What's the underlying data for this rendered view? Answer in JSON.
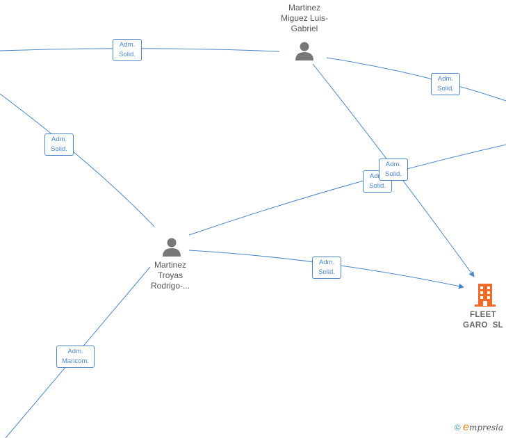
{
  "people": {
    "miguez": {
      "name_line1": "Martinez",
      "name_line2": "Miguez Luis-",
      "name_line3": "Gabriel"
    },
    "troyas": {
      "name_line1": "Martinez",
      "name_line2": "Troyas",
      "name_line3": "Rodrigo-..."
    }
  },
  "company": {
    "name_line1": "FLEET",
    "name_line2": "GARO  SL"
  },
  "badges": {
    "top_left": {
      "line1": "Adm.",
      "line2": "Solid."
    },
    "top_right": {
      "line1": "Adm.",
      "line2": "Solid."
    },
    "left": {
      "line1": "Adm.",
      "line2": "Solid."
    },
    "mid_back": {
      "line1": "Adm.",
      "line2": "Solid."
    },
    "mid_front": {
      "line1": "Adm.",
      "line2": "Solid."
    },
    "troyas_fleet": {
      "line1": "Adm.",
      "line2": "Solid."
    },
    "bottom_left": {
      "line1": "Adm.",
      "line2": "Mancom."
    }
  },
  "watermark": {
    "copyright": "©",
    "brand_initial": "e",
    "brand_rest": "mpresia"
  },
  "colors": {
    "edge": "#4a86c8",
    "person": "#777777",
    "company": "#f06a2a"
  }
}
